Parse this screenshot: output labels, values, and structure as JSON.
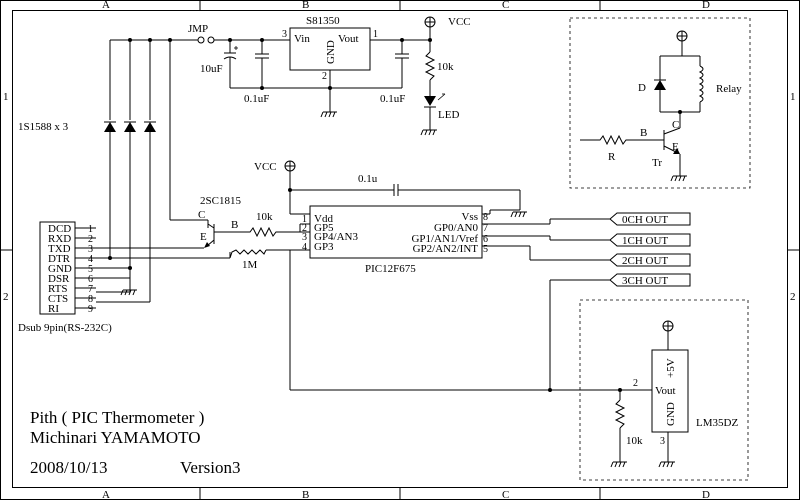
{
  "frame": {
    "columns": [
      "A",
      "B",
      "C",
      "D"
    ],
    "rows": [
      "1",
      "2"
    ]
  },
  "title_block": {
    "title": "Pith ( PIC Thermometer )",
    "author": "Michinari YAMAMOTO",
    "date": "2008/10/13",
    "version": "Version3"
  },
  "power": {
    "jmp": "JMP",
    "regulator": "S81350",
    "reg_vin": "Vin",
    "reg_vout": "Vout",
    "reg_gnd": "GND",
    "reg_pin_vin": "3",
    "reg_pin_vout": "1",
    "reg_pin_gnd": "2",
    "cap_in": "10uF",
    "cap_in2": "0.1uF",
    "cap_out": "0.1uF",
    "vcc": "VCC",
    "r_led": "10k",
    "led": "LED"
  },
  "diodes": {
    "label": "1S1588 x 3"
  },
  "connector": {
    "name": "Dsub 9pin(RS-232C)",
    "pins": [
      {
        "name": "DCD",
        "num": "1"
      },
      {
        "name": "RXD",
        "num": "2"
      },
      {
        "name": "TXD",
        "num": "3"
      },
      {
        "name": "DTR",
        "num": "4"
      },
      {
        "name": "GND",
        "num": "5"
      },
      {
        "name": "DSR",
        "num": "6"
      },
      {
        "name": "RTS",
        "num": "7"
      },
      {
        "name": "CTS",
        "num": "8"
      },
      {
        "name": "RI",
        "num": "9"
      }
    ]
  },
  "transistor": {
    "part": "2SC1815",
    "c": "C",
    "b": "B",
    "e": "E",
    "r_base": "10k",
    "r_1m": "1M"
  },
  "pic": {
    "part": "PIC12F675",
    "vcc": "VCC",
    "cap": "0.1u",
    "left_pins": [
      {
        "num": "1",
        "name": "Vdd"
      },
      {
        "num": "2",
        "name": "GP5"
      },
      {
        "num": "3",
        "name": "GP4/AN3"
      },
      {
        "num": "4",
        "name": "GP3"
      }
    ],
    "right_pins": [
      {
        "num": "8",
        "name": "Vss"
      },
      {
        "num": "7",
        "name": "GP0/AN0"
      },
      {
        "num": "6",
        "name": "GP1/AN1/Vref"
      },
      {
        "num": "5",
        "name": "GP2/AN2/INT"
      }
    ]
  },
  "outputs": [
    "0CH OUT",
    "1CH OUT",
    "2CH OUT",
    "3CH OUT"
  ],
  "relay_box": {
    "d": "D",
    "relay": "Relay",
    "r": "R",
    "b": "B",
    "c": "C",
    "e": "E",
    "tr": "Tr"
  },
  "sensor_box": {
    "part": "LM35DZ",
    "supply": "+5V",
    "vout": "Vout",
    "gnd": "GND",
    "pin_vout": "2",
    "pin_gnd": "3",
    "r": "10k"
  }
}
